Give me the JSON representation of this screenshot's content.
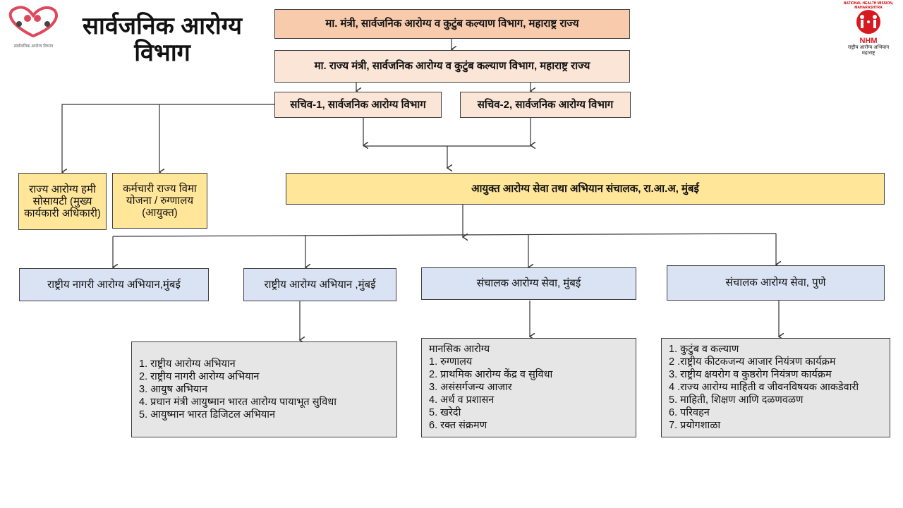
{
  "title": "सार्वजनिक आरोग्य विभाग",
  "logos": {
    "left_text": "सार्वजनिक आरोग्य विभाग",
    "nhm_arc": "NATIONAL HEALTH MISSION, MAHARASHTRA",
    "nhm_abbr": "NHM",
    "nhm_sub1": "राष्ट्रीय आरोग्य अभियान",
    "nhm_sub2": "महाराष्ट्र"
  },
  "nodes": {
    "minister": "मा. मंत्री, सार्वजनिक आरोग्य व कुटुंब कल्याण विभाग, महाराष्ट्र राज्य",
    "state_minister": "मा. राज्य मंत्री, सार्वजनिक आरोग्य व कुटुंब कल्याण विभाग, महाराष्ट्र राज्य",
    "secretary1": "सचिव-1, सार्वजनिक आरोग्य विभाग",
    "secretary2": "सचिव-2, सार्वजनिक आरोग्य विभाग",
    "assurance_society": "राज्य आरोग्य हमी सोसायटी (मुख्य कार्यकारी अधिकारी)",
    "esis": "कर्मचारी राज्य विमा योजना / रुग्णालय (आयुक्त)",
    "commissioner": "आयुक्त आरोग्य सेवा तथा अभियान संचालक, रा.आ.अ, मुंबई",
    "nuhm": "राष्ट्रीय नागरी आरोग्य अभियान,मुंबई",
    "nhm": "राष्ट्रीय आरोग्य अभियान ,मुंबई",
    "dhs_mumbai": "संचालक आरोग्य सेवा, मुंबई",
    "dhs_pune": "संचालक आरोग्य सेवा, पुणे"
  },
  "lists": {
    "nhm": {
      "items": [
        "1.  राष्ट्रीय आरोग्य अभियान",
        "2.  राष्ट्रीय नागरी आरोग्य अभियान",
        "3.  आयुष अभियान",
        "4.  प्रधान मंत्री आयुष्मान भारत आरोग्य पायाभूत सुविधा",
        "5.  आयुष्मान भारत डिजिटल अभियान"
      ]
    },
    "mumbai": {
      "heading": "मानसिक आरोग्य",
      "items": [
        "1.   रुग्णालय",
        "2.   प्राथमिक  आरोग्य केंद्र व सुविधा",
        "3.   असंसर्गजन्य आजार",
        "4.   अर्थ व प्रशासन",
        "5.   खरेदी",
        "6.   रक्त संक्रमण"
      ]
    },
    "pune": {
      "items": [
        "1. कुटुंब व कल्याण",
        "2 .राष्ट्रीय कीटकजन्य आजार नियंत्रण कार्यक्रम",
        "3. राष्ट्रीय क्षयरोग व कुष्ठरोग नियंत्रण कार्यक्रम",
        "4 .राज्य आरोग्य माहिती व जीवनविषयक आकडेवारी",
        "5. माहिती, शिक्षण आणि दळणवळण",
        "6. परिवहन",
        "7. प्रयोगशाळा"
      ]
    }
  }
}
